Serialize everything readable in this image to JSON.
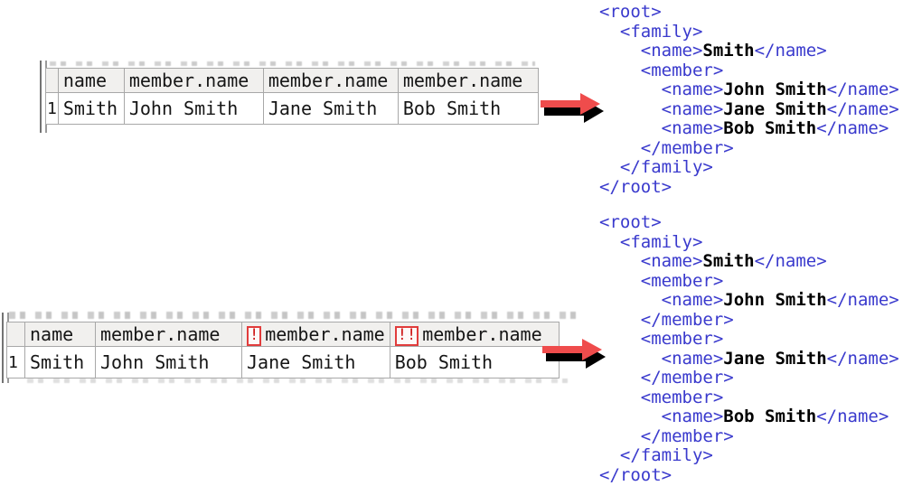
{
  "colors": {
    "xml_tag": "#3a3acd",
    "xml_value": "#000000",
    "bang_text": "#cc1111",
    "bang_border": "#e13c3c",
    "arrow_red": "#ef4c4c",
    "arrow_shadow": "#000000",
    "table_header_bg": "#f1f0ee",
    "table_border": "#a8a8a8"
  },
  "examples": [
    {
      "name": "merged-members",
      "table": {
        "row_number": "1",
        "headers": [
          "name",
          "member.name",
          "member.name",
          "member.name"
        ],
        "bangs": [
          "",
          "",
          "",
          ""
        ],
        "cells": [
          "Smith",
          "John Smith",
          "Jane Smith",
          "Bob Smith"
        ]
      },
      "xml_lines": [
        [
          {
            "type": "tag",
            "text": "<root>"
          }
        ],
        [
          {
            "type": "tag",
            "text": "  <family>"
          }
        ],
        [
          {
            "type": "tag",
            "text": "    <name>"
          },
          {
            "type": "value",
            "text": "Smith"
          },
          {
            "type": "tag",
            "text": "</name>"
          }
        ],
        [
          {
            "type": "tag",
            "text": "    <member>"
          }
        ],
        [
          {
            "type": "tag",
            "text": "      <name>"
          },
          {
            "type": "value",
            "text": "John Smith"
          },
          {
            "type": "tag",
            "text": "</name>"
          }
        ],
        [
          {
            "type": "tag",
            "text": "      <name>"
          },
          {
            "type": "value",
            "text": "Jane Smith"
          },
          {
            "type": "tag",
            "text": "</name>"
          }
        ],
        [
          {
            "type": "tag",
            "text": "      <name>"
          },
          {
            "type": "value",
            "text": "Bob Smith"
          },
          {
            "type": "tag",
            "text": "</name>"
          }
        ],
        [
          {
            "type": "tag",
            "text": "    </member>"
          }
        ],
        [
          {
            "type": "tag",
            "text": "  </family>"
          }
        ],
        [
          {
            "type": "tag",
            "text": "</root>"
          }
        ]
      ]
    },
    {
      "name": "split-members",
      "table": {
        "row_number": "1",
        "headers": [
          "name",
          "member.name",
          "member.name",
          "member.name"
        ],
        "bangs": [
          "",
          "",
          "!",
          "!!"
        ],
        "cells": [
          "Smith",
          "John Smith",
          "Jane Smith",
          "Bob Smith"
        ]
      },
      "xml_lines": [
        [
          {
            "type": "tag",
            "text": "<root>"
          }
        ],
        [
          {
            "type": "tag",
            "text": "  <family>"
          }
        ],
        [
          {
            "type": "tag",
            "text": "    <name>"
          },
          {
            "type": "value",
            "text": "Smith"
          },
          {
            "type": "tag",
            "text": "</name>"
          }
        ],
        [
          {
            "type": "tag",
            "text": "    <member>"
          }
        ],
        [
          {
            "type": "tag",
            "text": "      <name>"
          },
          {
            "type": "value",
            "text": "John Smith"
          },
          {
            "type": "tag",
            "text": "</name>"
          }
        ],
        [
          {
            "type": "tag",
            "text": "    </member>"
          }
        ],
        [
          {
            "type": "tag",
            "text": "    <member>"
          }
        ],
        [
          {
            "type": "tag",
            "text": "      <name>"
          },
          {
            "type": "value",
            "text": "Jane Smith"
          },
          {
            "type": "tag",
            "text": "</name>"
          }
        ],
        [
          {
            "type": "tag",
            "text": "    </member>"
          }
        ],
        [
          {
            "type": "tag",
            "text": "    <member>"
          }
        ],
        [
          {
            "type": "tag",
            "text": "      <name>"
          },
          {
            "type": "value",
            "text": "Bob Smith"
          },
          {
            "type": "tag",
            "text": "</name>"
          }
        ],
        [
          {
            "type": "tag",
            "text": "    </member>"
          }
        ],
        [
          {
            "type": "tag",
            "text": "  </family>"
          }
        ],
        [
          {
            "type": "tag",
            "text": "</root>"
          }
        ]
      ]
    }
  ]
}
